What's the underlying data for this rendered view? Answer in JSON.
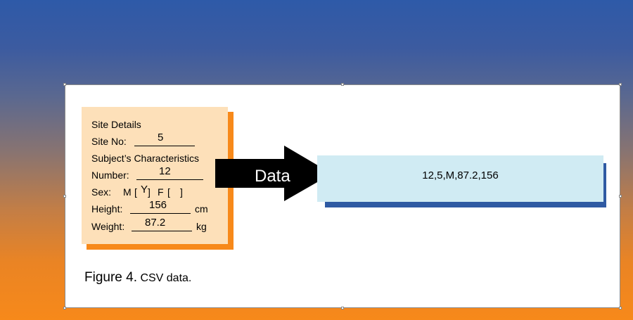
{
  "form": {
    "site_details": "Site Details",
    "site_no_label": "Site No:",
    "site_no_value": "5",
    "subject_heading": "Subject’s Characteristics",
    "number_label": "Number:",
    "number_value": "12",
    "sex_label": "Sex:",
    "sex_m_label": "M",
    "sex_m_mark": "Y",
    "sex_f_label": "F",
    "height_label": "Height:",
    "height_value": "156",
    "height_unit": "cm",
    "weight_label": "Weight:",
    "weight_value": "87.2",
    "weight_unit": "kg"
  },
  "arrow": {
    "label": "Data"
  },
  "csv": {
    "text": "12,5,M,87.2,156"
  },
  "caption": {
    "figure": "Figure 4.",
    "text": "CSV data."
  },
  "colors": {
    "form_background": "#fde0b9",
    "form_shadow": "#f7891a",
    "csv_background": "#d0ebf3",
    "csv_shadow": "#2f5aa3",
    "arrow": "#000000"
  }
}
